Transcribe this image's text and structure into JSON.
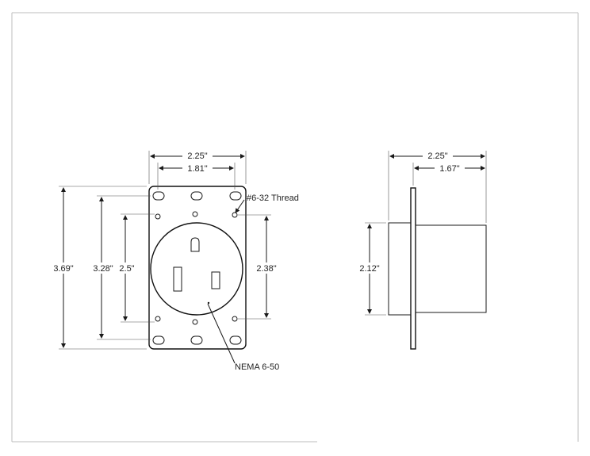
{
  "front_view": {
    "dim_overall_width": "2.25\"",
    "dim_hole_spacing": "1.81\"",
    "dim_overall_height": "3.69\"",
    "dim_slot_spacing": "3.28\"",
    "dim_screw_spacing": "2.5\"",
    "dim_side_spacing": "2.38\"",
    "thread_label": "#6-32 Thread",
    "receptacle_label": "NEMA 6-50"
  },
  "side_view": {
    "dim_overall_width": "2.25\"",
    "dim_body_depth": "1.67\"",
    "dim_body_height": "2.12\""
  }
}
